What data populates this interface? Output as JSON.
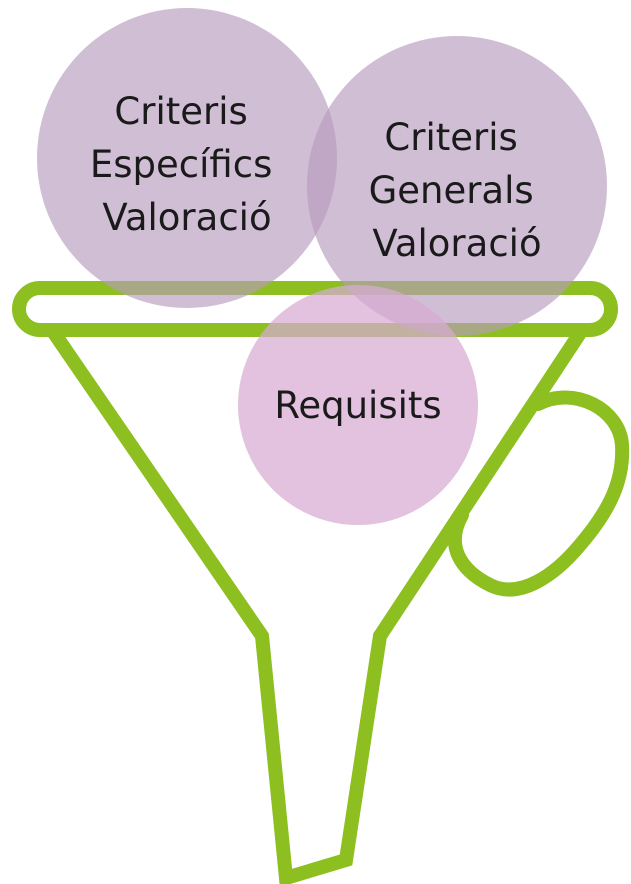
{
  "colors": {
    "funnel_stroke": "#8cbf1f",
    "circle_fill_purple": "#b79bbd",
    "circle_fill_pink": "#d7aad3",
    "text": "#1a1a1a"
  },
  "circles": [
    {
      "id": "especifics",
      "lines": [
        "Criteris",
        "Específics",
        "Valoració"
      ]
    },
    {
      "id": "generals",
      "lines": [
        "Criteris",
        "Generals",
        "Valoració"
      ]
    },
    {
      "id": "requisits",
      "lines": [
        "Requisits"
      ]
    }
  ]
}
